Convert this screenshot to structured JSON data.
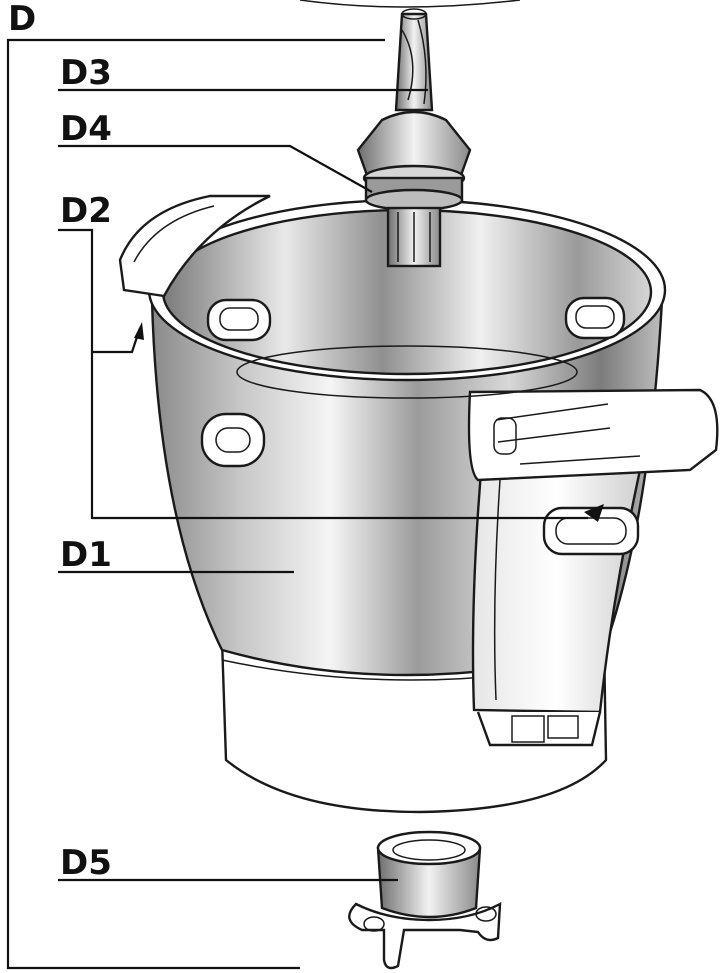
{
  "labels": {
    "d": "D",
    "d1": "D1",
    "d2": "D2",
    "d3": "D3",
    "d4": "D4",
    "d5": "D5"
  },
  "colors": {
    "line": "#111111",
    "white_part": "#ffffff",
    "steel_dark": "#6f6f6f",
    "steel_mid": "#b9b9b9",
    "steel_light": "#f2f2f2"
  },
  "icons": {
    "arrow": "arrowhead"
  }
}
